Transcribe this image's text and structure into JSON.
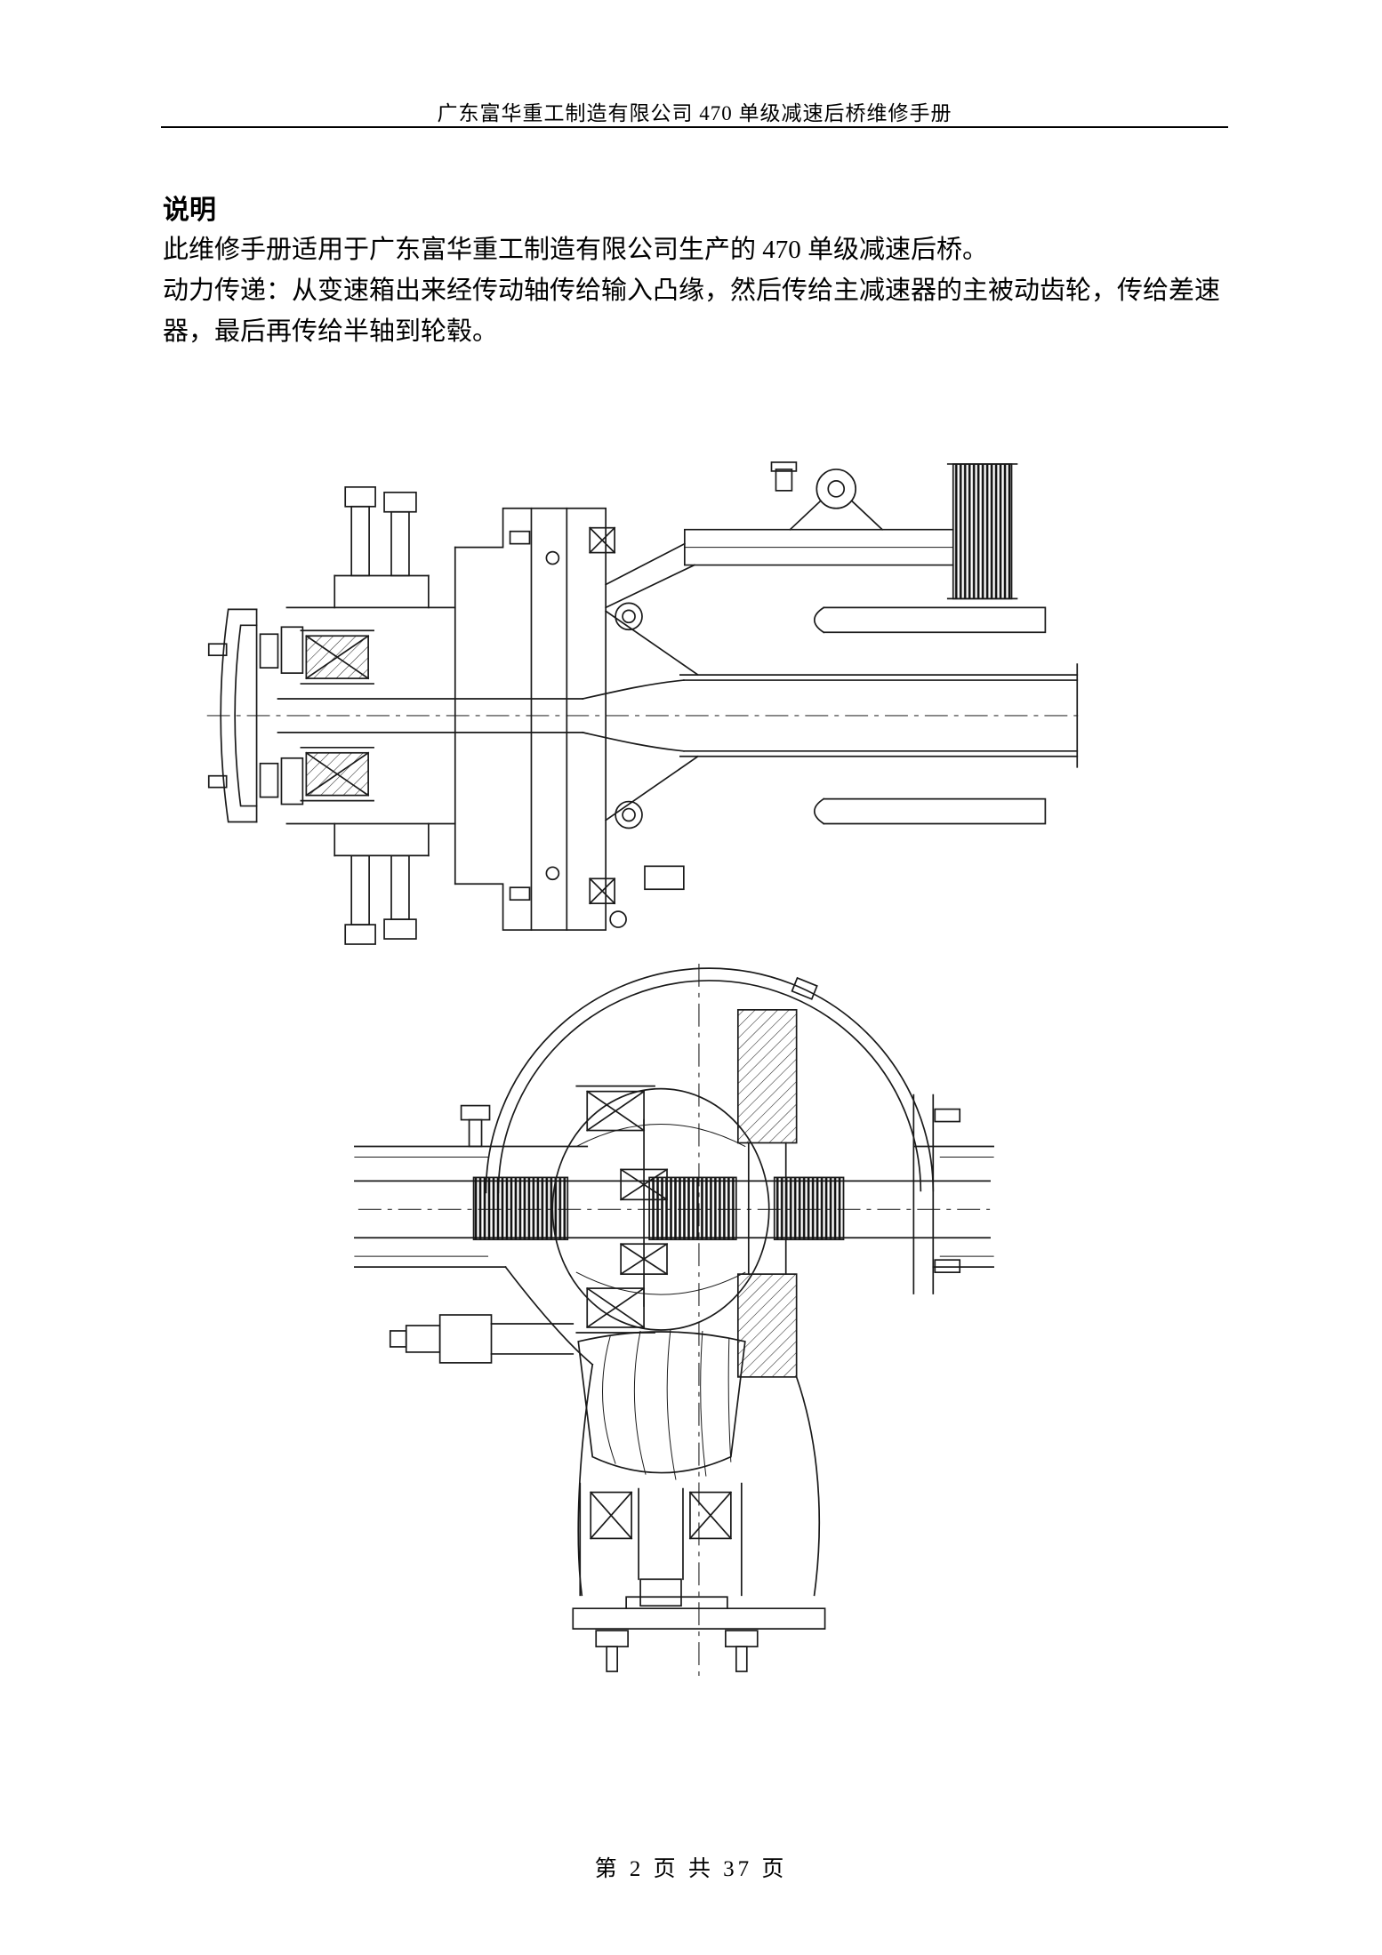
{
  "header": {
    "title": "广东富华重工制造有限公司 470 单级减速后桥维修手册"
  },
  "section": {
    "title": "说明"
  },
  "body": {
    "paragraph1": "此维修手册适用于广东富华重工制造有限公司生产的 470 单级减速后桥。",
    "paragraph2": "动力传递：从变速箱出来经传动轴传给输入凸缘，然后传给主减速器的主被动齿轮，传给差速器，最后再传给半轴到轮毂。"
  },
  "footer": {
    "page_label": "第 2 页 共 37 页"
  }
}
